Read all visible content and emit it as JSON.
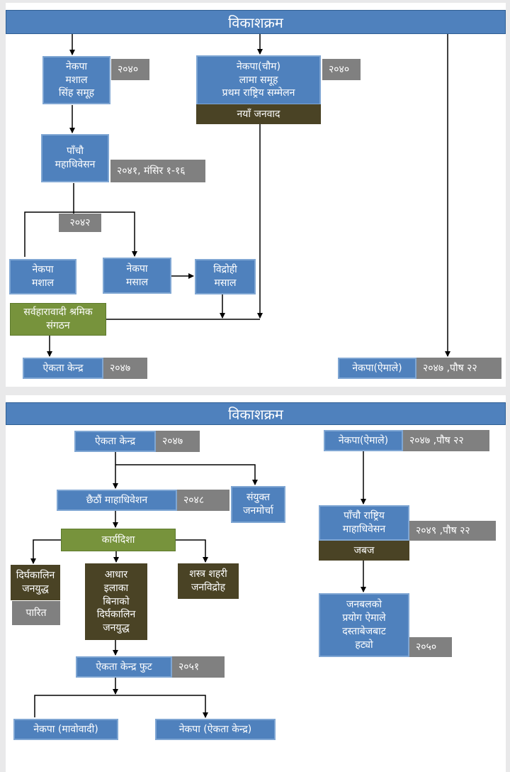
{
  "panel1": {
    "title": "विकाशक्रम",
    "mashal": "नेकपा\nमशाल\nसिंह समूह",
    "mashal_year": "२०४०",
    "chaum": "नेकपा(चौम)\nलामा समूह\nप्रथम राष्ट्रिय सम्मेलन",
    "chaum_year": "२०४०",
    "chaum_tag": "नयाँ जनवाद",
    "fifth": "पाँचौ\nमहाधिवेसन",
    "fifth_date": "२०४१, मंसिर १-१६",
    "split_year": "२०४२",
    "nekapa_mashal": "नेकपा\nमशाल",
    "nekapa_masal": "नेकपा\nमसाल",
    "vidrohi": "विद्रोही\nमसाल",
    "sarvahara": "सर्वहारावादी श्रमिक\nसंगठन",
    "ekata": "ऐकता केन्द्र",
    "ekata_year": "२०४७",
    "emale": "नेकपा(ऐमाले)",
    "emale_date": "२०४७ ,पौष २२"
  },
  "panel2": {
    "title": "विकाशक्रम",
    "ekata": "ऐकता केन्द्र",
    "ekata_year": "२०४७",
    "emale": "नेकपा(ऐमाले)",
    "emale_date": "२०४७ ,पौष २२",
    "sixth": "छैठौं  माहाधिवेशन",
    "sixth_year": "२०४८",
    "janmorcha": "संयुक्त\nजनमोर्चा",
    "karyadisha": "कार्यदिशा",
    "dirgha": "दिर्घकालिन\nजनयुद्ध",
    "parit": "पारित",
    "aadhar": "आधार\nइलाका\nबिनाको\nदिर्घकालिन\nजनयुद्ध",
    "shastra": "शस्त्र शहरी\nजनविद्रोह",
    "fifth_national": "पाँचौ राष्ट्रिय\nमाहाधिवेसन",
    "fifth_national_date": "२०४९ ,पौष २२",
    "jabaja": "जबज",
    "janabal": "जनबलको\nप्रयोग ऐमाले\nदस्ताबेजबाट\nहट्यो",
    "janabal_year": "२०५०",
    "ekata_split": "ऐकता केन्द्र फुट",
    "ekata_split_year": "२०५१",
    "maoist": "नेकपा (मावोवादी)",
    "ekata_kendra": "नेकपा (ऐकता केन्द्र)"
  },
  "colors": {
    "blue": "#4f81bd",
    "gray": "#808080",
    "dark": "#4a4325",
    "green": "#77933c"
  }
}
